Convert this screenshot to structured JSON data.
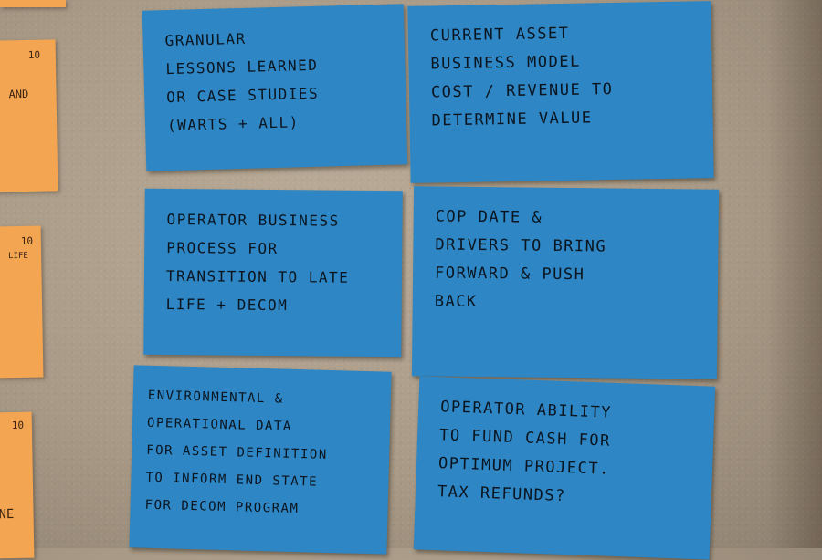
{
  "notes": [
    {
      "id": "granular",
      "text": "Granular\nLessons Learned\nor Case Studies\n(warts + all)"
    },
    {
      "id": "current-asset",
      "text": "Current Asset\nBusiness Model\ncost / revenue to\ndetermine value"
    },
    {
      "id": "operator-business",
      "text": "Operator Business\nProcess for\nTransition to late\nlife + decom"
    },
    {
      "id": "cop-date",
      "text": "COP date &\nDrivers to bring\nforward & push\nback"
    },
    {
      "id": "environmental",
      "text": "Environmental &\nOperational Data\nfor Asset Definition\nto inform end state\nfor decom program"
    },
    {
      "id": "operator-ability",
      "text": "Operator ability\nto fund cash for\noptimum project.\nTax Refunds?"
    }
  ],
  "side_notes": [
    {
      "number": "10",
      "text": "AND"
    },
    {
      "number": "10",
      "text": "LIFE"
    },
    {
      "number": "10",
      "text": "NE"
    }
  ]
}
